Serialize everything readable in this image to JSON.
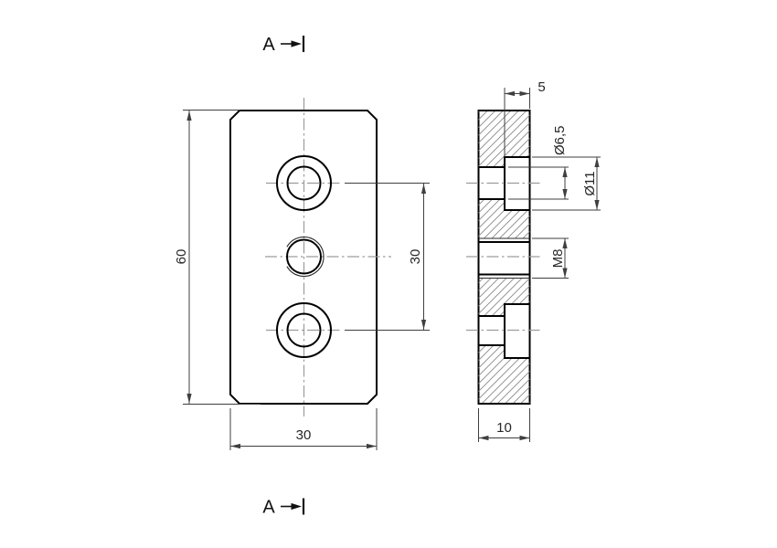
{
  "drawing": {
    "section_label": "A",
    "front_view": {
      "height_label": "60",
      "width_label": "30",
      "hole_spacing_label": "30"
    },
    "side_view": {
      "counterbore_depth_label": "5",
      "thickness_label": "10",
      "through_hole_dia_label": "Ø6,5",
      "counterbore_dia_label": "Ø11",
      "thread_label": "M8"
    },
    "colors": {
      "outline": "#000000",
      "dimension_lines": "#3f3f3f",
      "centerlines": "#9c9c9c",
      "hatch": "#8a8a8a",
      "background": "#ffffff",
      "text": "#262626"
    }
  }
}
